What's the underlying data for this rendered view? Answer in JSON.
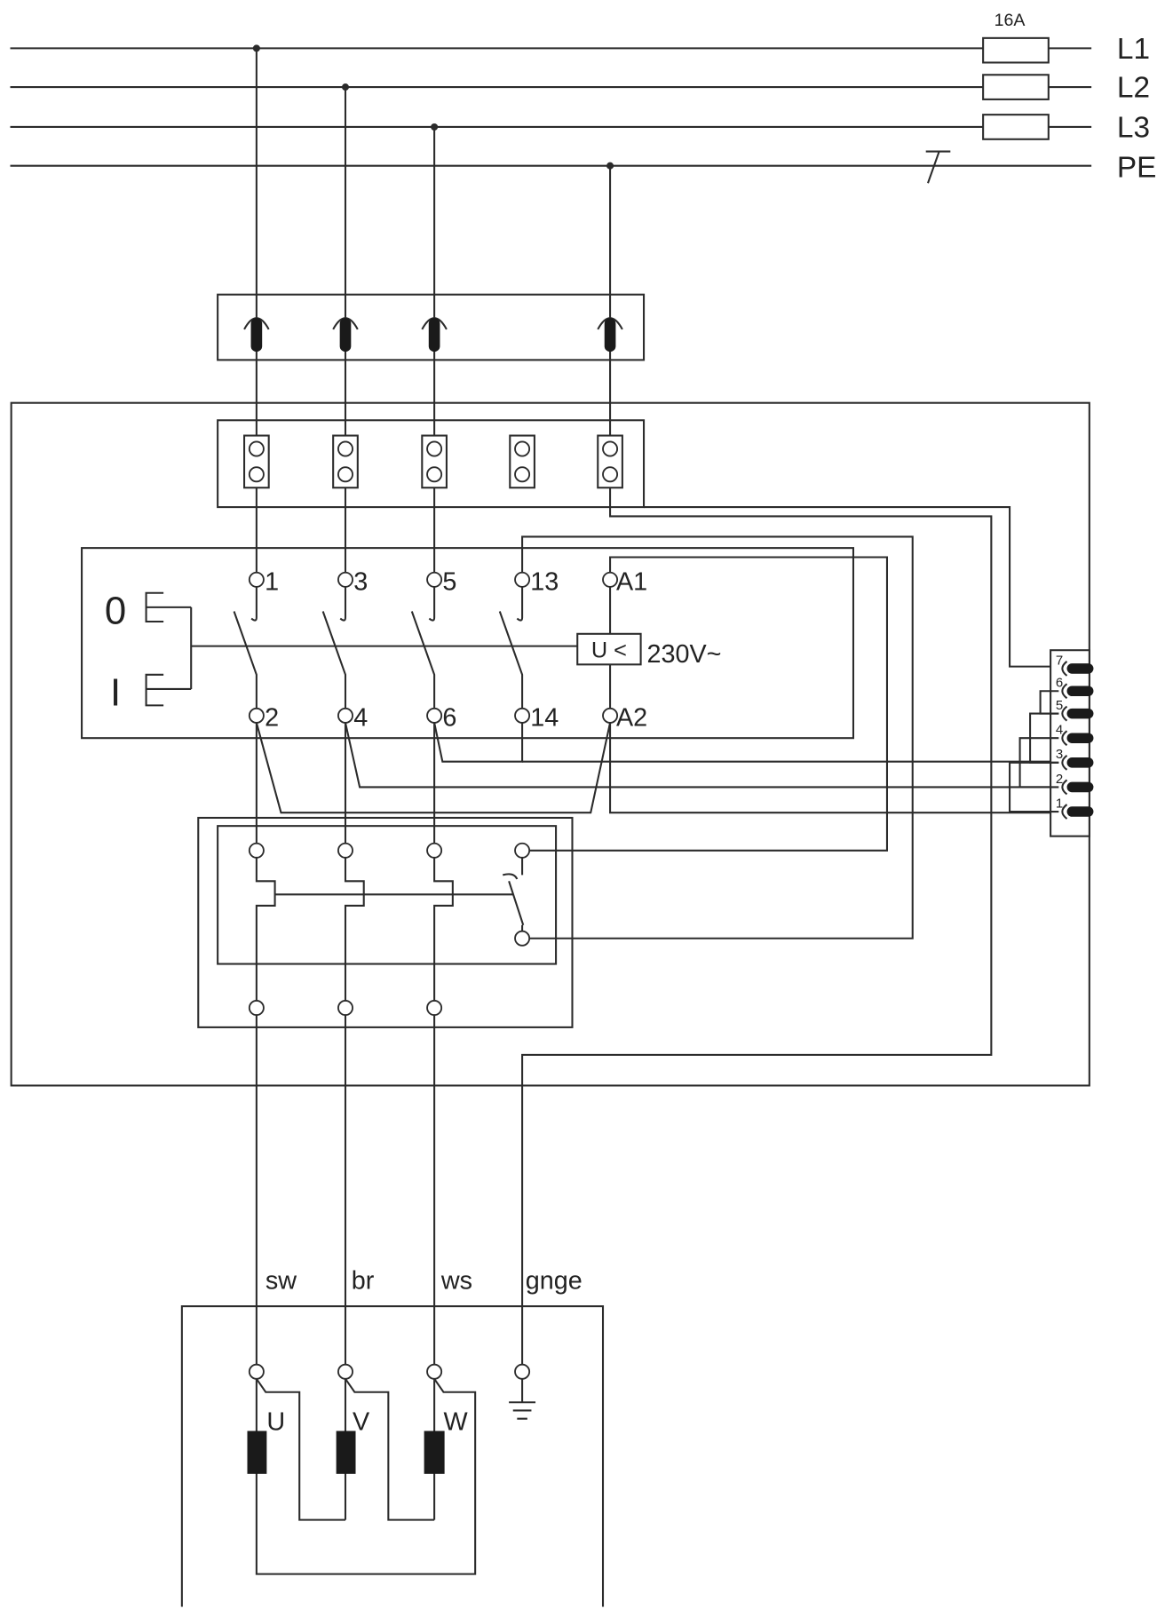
{
  "supply": {
    "fuse_rating": "16A",
    "lines": [
      "L1",
      "L2",
      "L3",
      "PE"
    ]
  },
  "switch": {
    "button_off": "0",
    "button_on": "I",
    "terminals_top": [
      "1",
      "3",
      "5",
      "13",
      "A1"
    ],
    "terminals_bottom": [
      "2",
      "4",
      "6",
      "14",
      "A2"
    ],
    "undervoltage_label": "U <",
    "voltage": "230V~"
  },
  "connector": {
    "pins": [
      "7",
      "6",
      "5",
      "4",
      "3",
      "2",
      "1"
    ]
  },
  "motor": {
    "wire_colors": [
      "sw",
      "br",
      "ws",
      "gnge"
    ],
    "windings": [
      "U",
      "V",
      "W"
    ]
  }
}
